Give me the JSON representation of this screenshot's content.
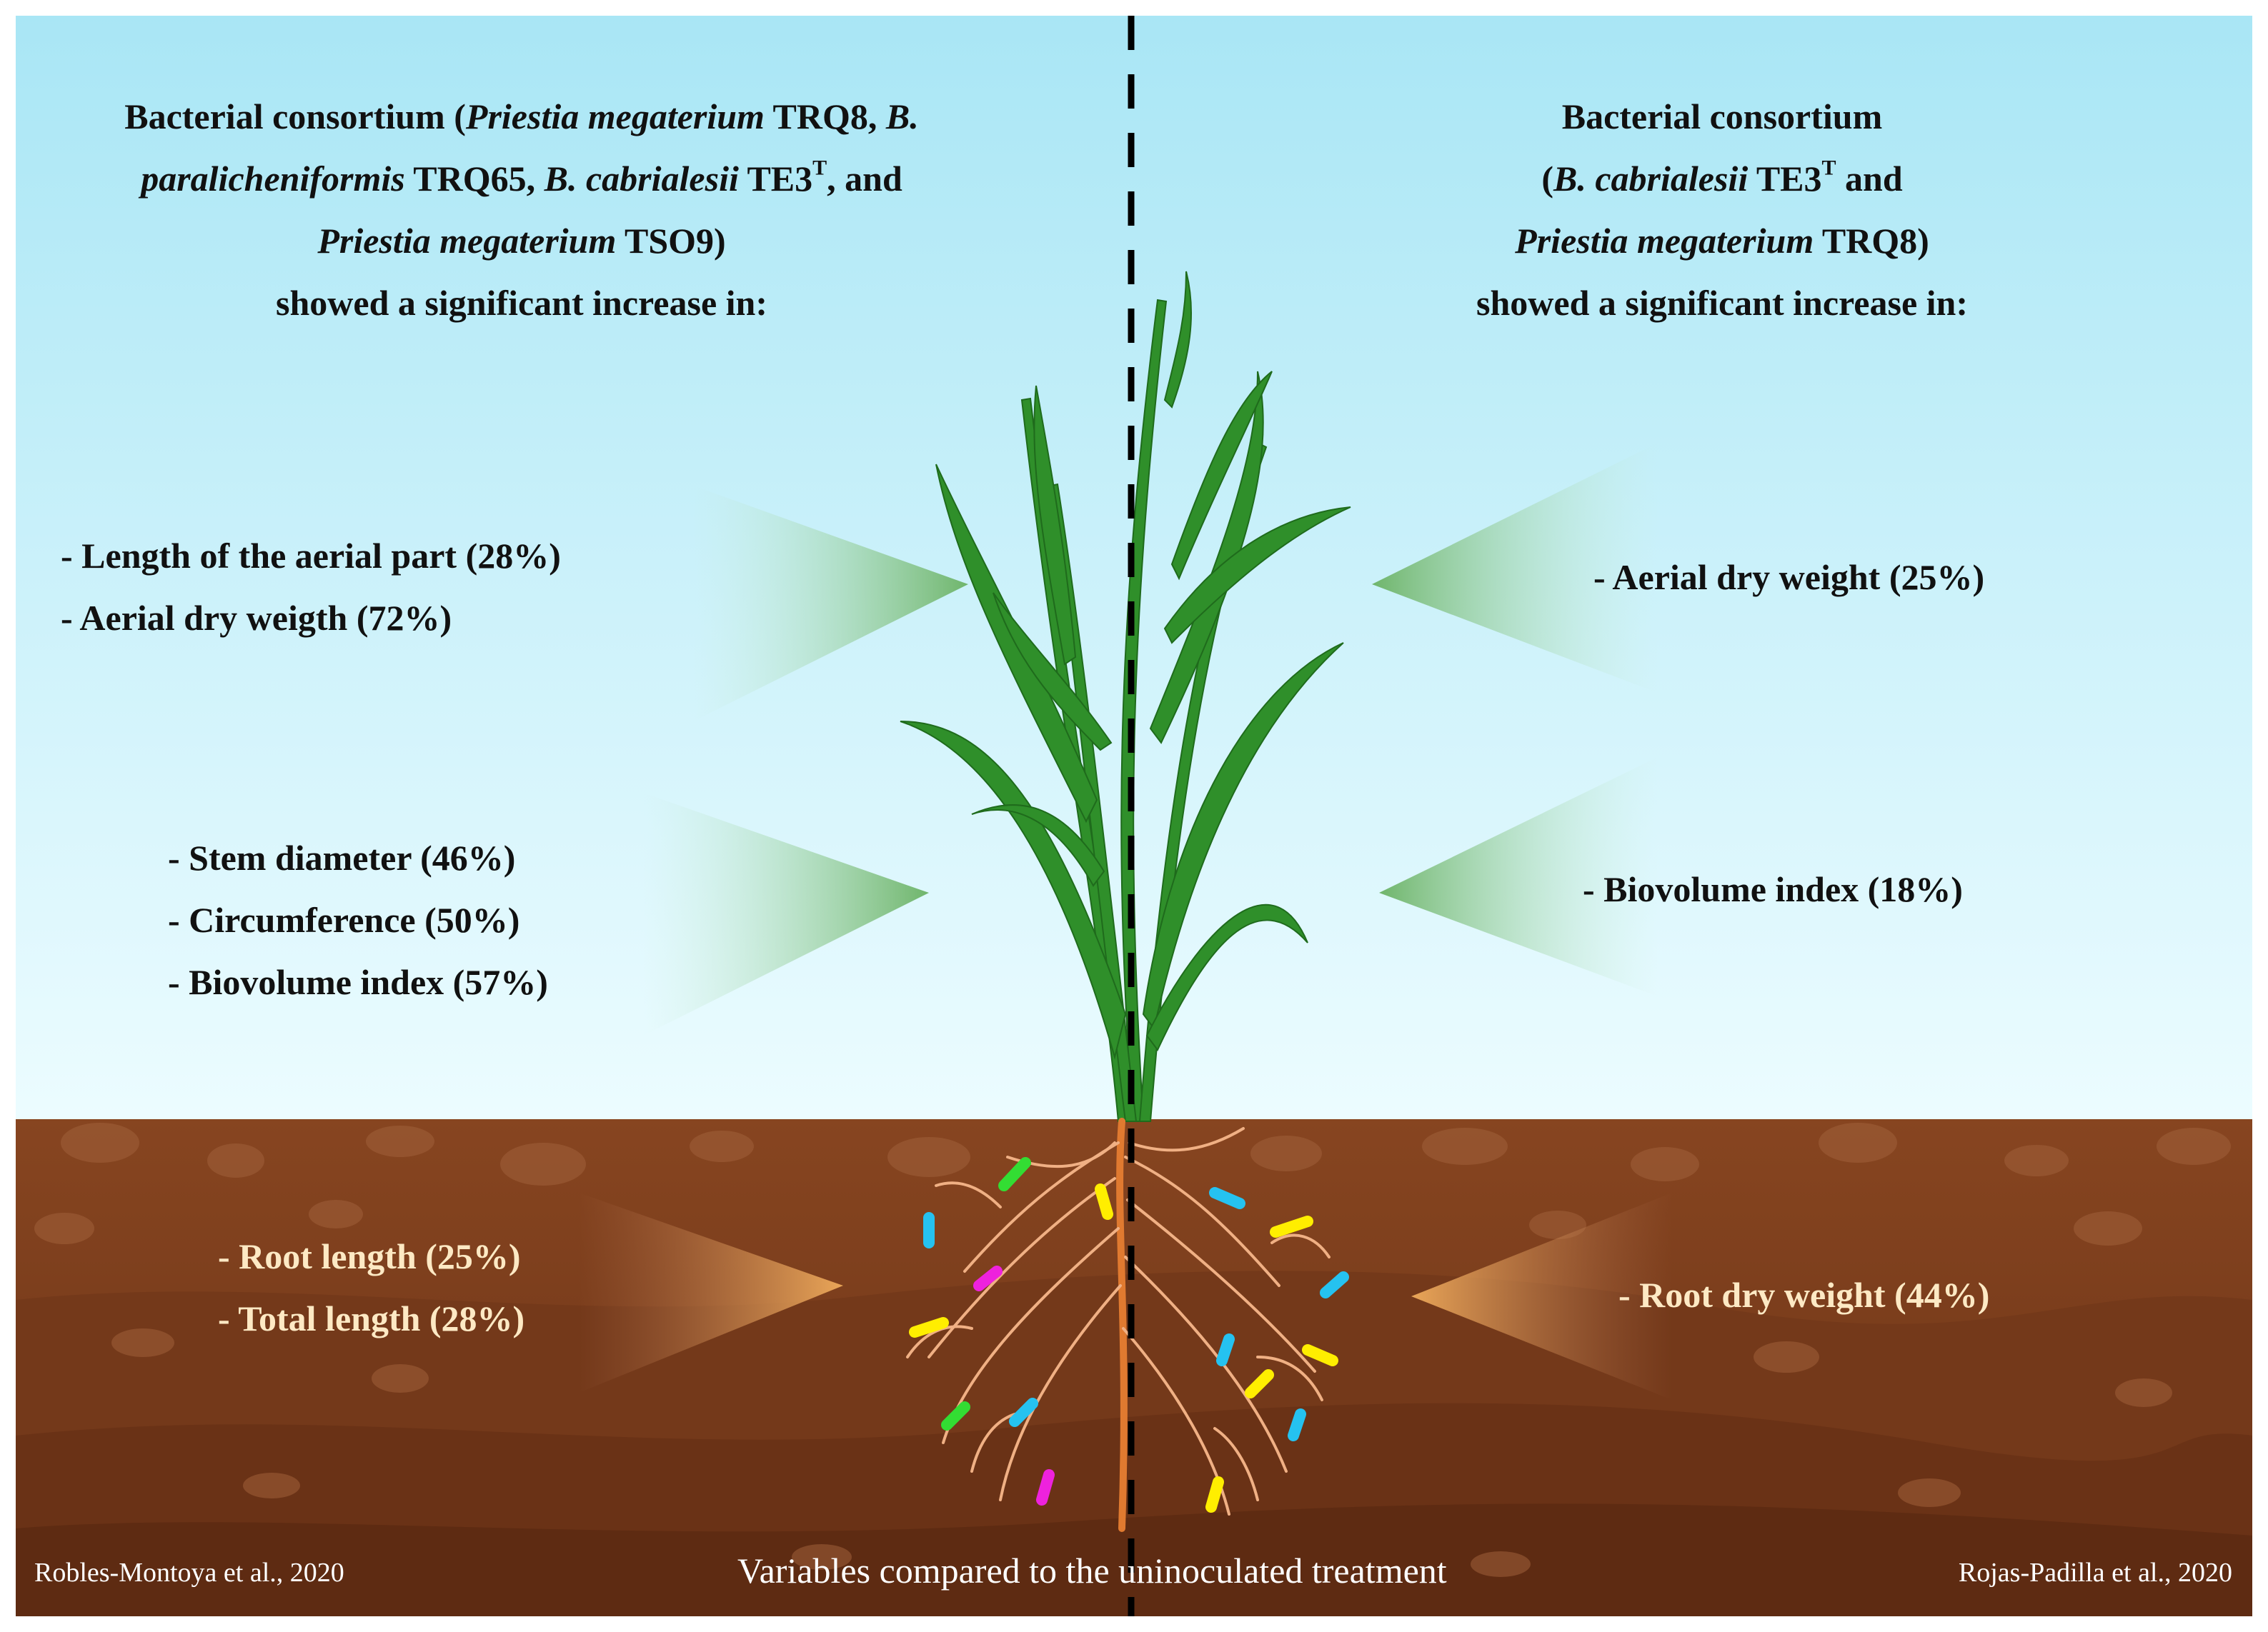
{
  "left_header": {
    "l1_a": "Bacterial consortium (",
    "l1_i": "Priestia megaterium",
    "l1_b": " TRQ8, ",
    "l1_i2": "B.",
    "l2_i": "paralicheniformis",
    "l2_b": " TRQ65, ",
    "l2_i2": "B. cabrialesii",
    "l2_c": " TE3",
    "l2_sup": "T",
    "l2_d": ", and",
    "l3_i": "Priestia megaterium",
    "l3_b": " TSO9)",
    "l4": "showed a significant increase in:"
  },
  "right_header": {
    "l1": "Bacterial consortium",
    "l2_a": "(",
    "l2_i": "B. cabrialesii",
    "l2_b": " TE3",
    "l2_sup": "T",
    "l2_c": " and",
    "l3_i": "Priestia megaterium",
    "l3_b": " TRQ8)",
    "l4": "showed a significant increase in:"
  },
  "left_aerial": [
    "- Length of the aerial part  (28%)",
    "- Aerial dry weigth (72%)"
  ],
  "left_stem": [
    "- Stem diameter (46%)",
    "- Circumference (50%)",
    "- Biovolume index (57%)"
  ],
  "left_root": [
    "- Root length (25%)",
    "- Total length (28%)"
  ],
  "right_aerial": [
    "- Aerial dry weight (25%)"
  ],
  "right_stem": [
    "- Biovolume index (18%)"
  ],
  "right_root": [
    "- Root dry weight (44%)"
  ],
  "citation_left": "Robles-Montoya et al., 2020",
  "citation_right": "Rojas-Padilla et al., 2020",
  "footer": "Variables compared to the uninoculated treatment",
  "colors": {
    "sky_top": "#a9e6f5",
    "sky_bottom": "#e9fbff",
    "soil": "#7a3f1d",
    "leaf": "#2f8f2a",
    "root": "#f0b084",
    "arrow_green": "#7dc07a",
    "arrow_orange": "#e9a45a",
    "bacteria": [
      "#ffee00",
      "#25c2f0",
      "#ee22dd",
      "#33dd33"
    ]
  }
}
